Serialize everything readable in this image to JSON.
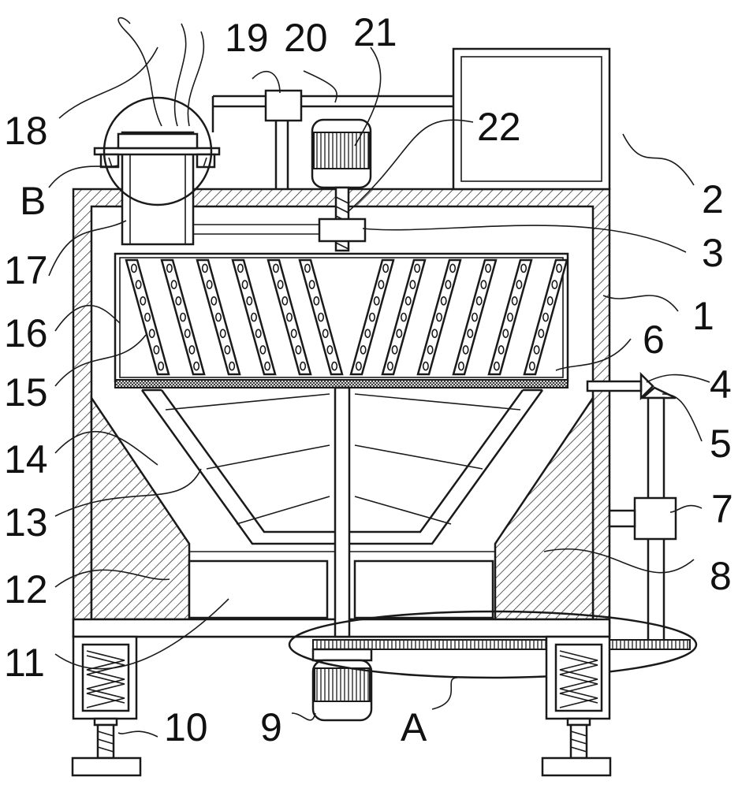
{
  "labels": [
    {
      "id": "label-1",
      "text": "1"
    },
    {
      "id": "label-2",
      "text": "2"
    },
    {
      "id": "label-3",
      "text": "3"
    },
    {
      "id": "label-4",
      "text": "4"
    },
    {
      "id": "label-5",
      "text": "5"
    },
    {
      "id": "label-6",
      "text": "6"
    },
    {
      "id": "label-7",
      "text": "7"
    },
    {
      "id": "label-8",
      "text": "8"
    },
    {
      "id": "label-9",
      "text": "9"
    },
    {
      "id": "label-10",
      "text": "10"
    },
    {
      "id": "label-11",
      "text": "11"
    },
    {
      "id": "label-12",
      "text": "12"
    },
    {
      "id": "label-13",
      "text": "13"
    },
    {
      "id": "label-14",
      "text": "14"
    },
    {
      "id": "label-15",
      "text": "15"
    },
    {
      "id": "label-16",
      "text": "16"
    },
    {
      "id": "label-17",
      "text": "17"
    },
    {
      "id": "label-18",
      "text": "18"
    },
    {
      "id": "label-19",
      "text": "19"
    },
    {
      "id": "label-20",
      "text": "20"
    },
    {
      "id": "label-21",
      "text": "21"
    },
    {
      "id": "label-22",
      "text": "22"
    },
    {
      "id": "label-A",
      "text": "A"
    },
    {
      "id": "label-B",
      "text": "B"
    }
  ],
  "colors": {
    "line": "#1a1a1a",
    "background": "#ffffff"
  }
}
